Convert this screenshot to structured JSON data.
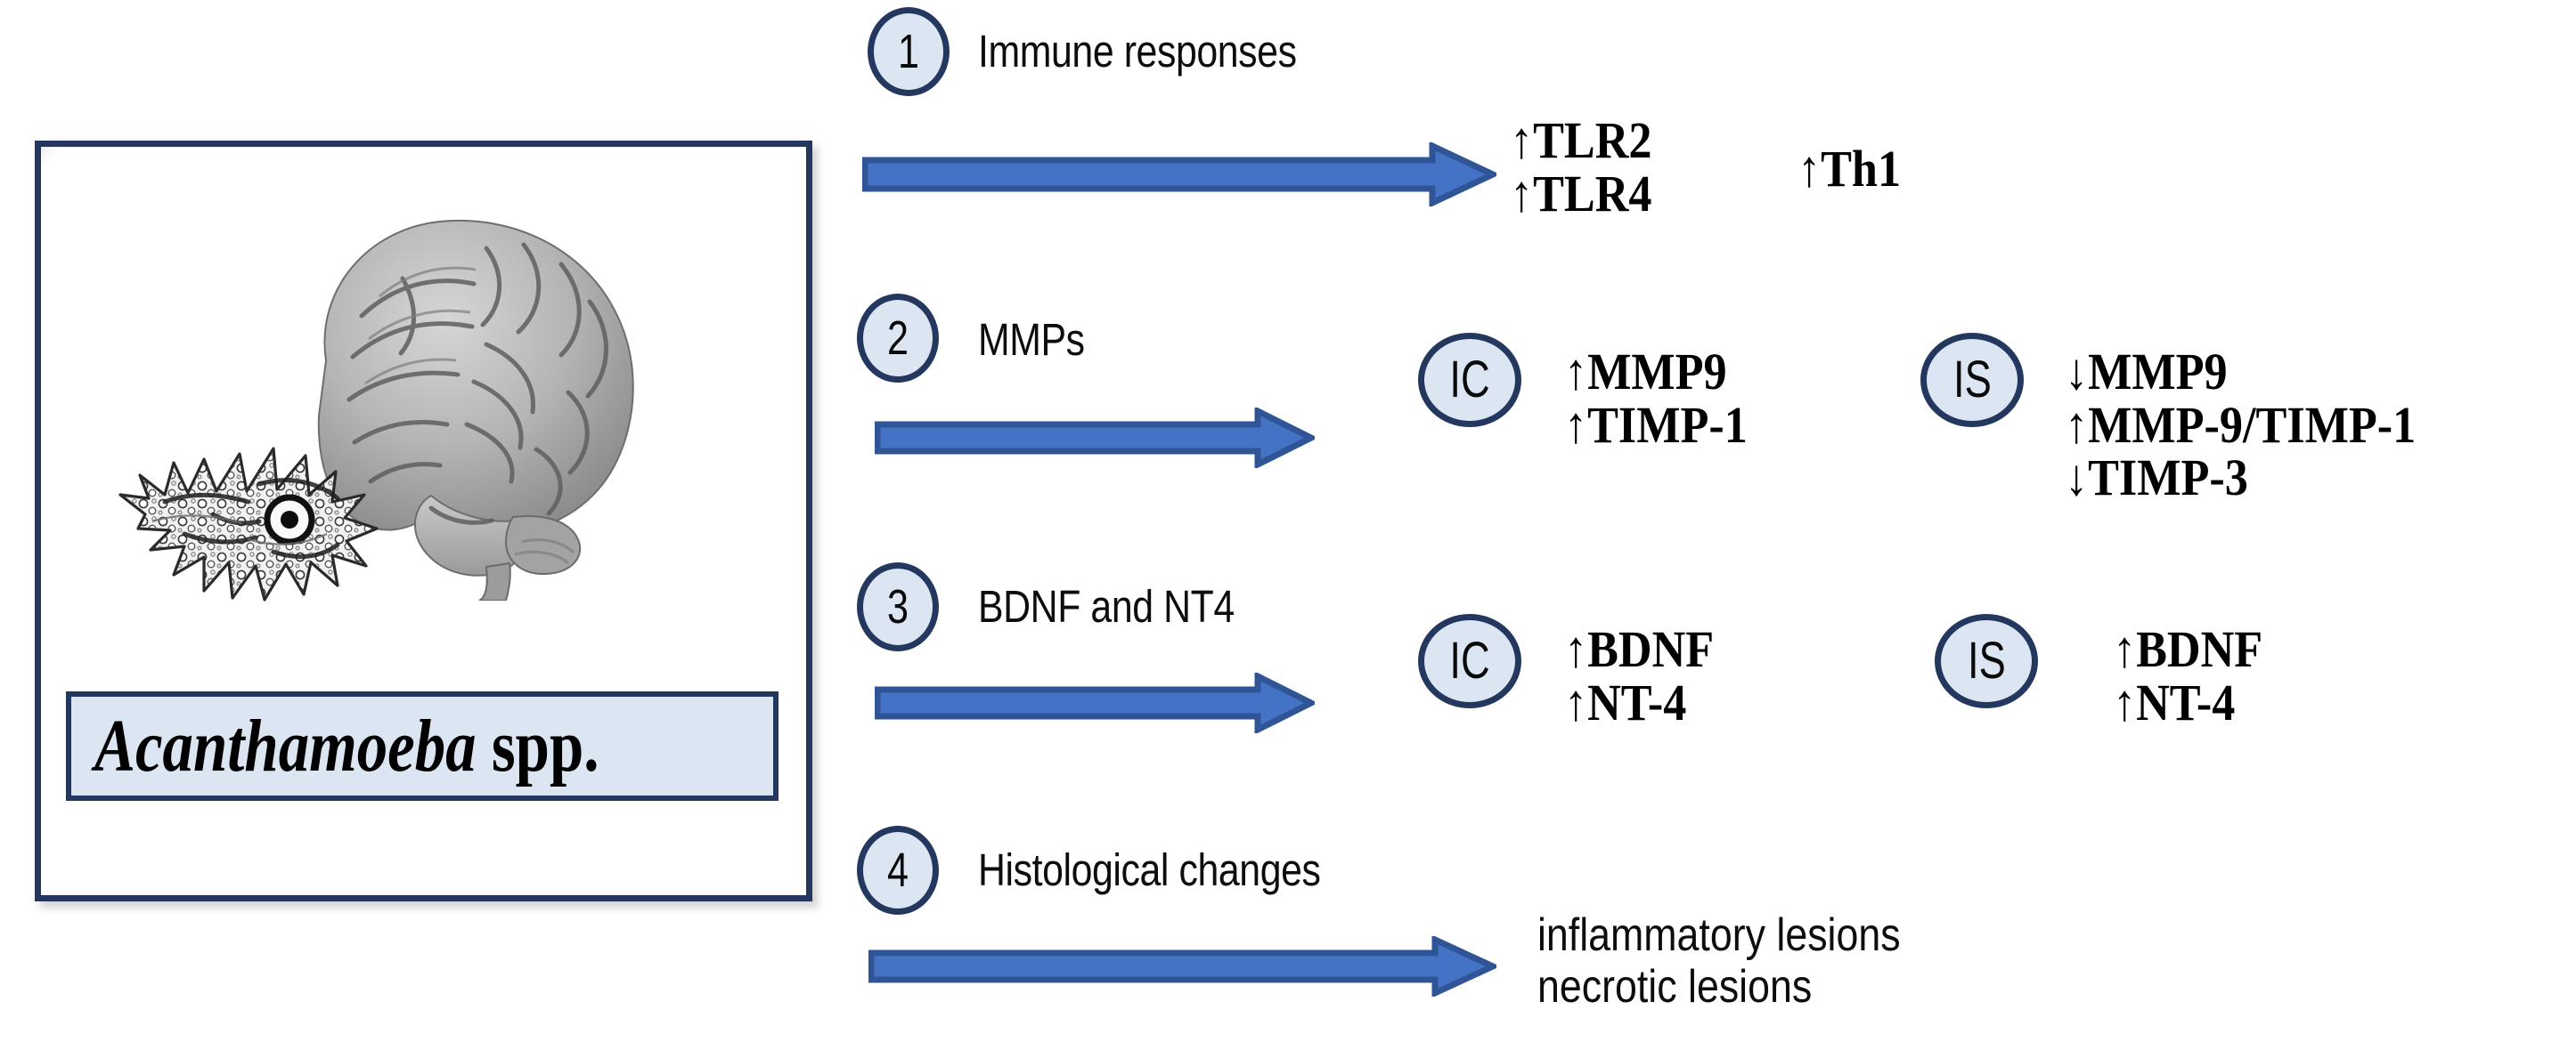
{
  "figure": {
    "organism_panel": {
      "species_label": {
        "genus": "Acanthamoeba",
        "epithet": "spp."
      },
      "images": [
        "human-brain-photo",
        "acanthamoeba-trophozoite-micrograph"
      ]
    },
    "accent_colors": {
      "circle_fill": "#dce6f2",
      "outline_navy": "#23375f",
      "arrow_fill": "#4472c4",
      "arrow_stroke": "#2f5597"
    },
    "steps": [
      {
        "number": "1",
        "label": "Immune responses",
        "groups": [
          {
            "name": "",
            "items": [
              "↑TLR2",
              "↑TLR4"
            ]
          },
          {
            "name": "",
            "items": [
              "↑Th1"
            ]
          }
        ]
      },
      {
        "number": "2",
        "label": "MMPs",
        "groups": [
          {
            "name": "IC",
            "items": [
              "↑MMP9",
              "↑TIMP-1"
            ]
          },
          {
            "name": "IS",
            "items": [
              "↓MMP9",
              "↑MMP-9/TIMP-1",
              "↓TIMP-3"
            ]
          }
        ]
      },
      {
        "number": "3",
        "label": "BDNF and NT4",
        "groups": [
          {
            "name": "IC",
            "items": [
              "↑BDNF",
              "↑NT-4"
            ]
          },
          {
            "name": "IS",
            "items": [
              "↑BDNF",
              "↑NT-4"
            ]
          }
        ]
      },
      {
        "number": "4",
        "label": "Histological changes",
        "groups": [
          {
            "name": "",
            "items": [
              "inflammatory lesions",
              "necrotic lesions"
            ]
          }
        ]
      }
    ]
  }
}
